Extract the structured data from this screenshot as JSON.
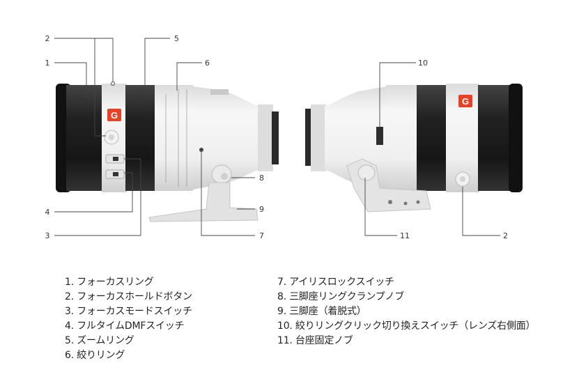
{
  "callouts": {
    "c1": "1",
    "c2": "2",
    "c3": "3",
    "c4": "4",
    "c5": "5",
    "c6": "6",
    "c7": "7",
    "c8": "8",
    "c9": "9",
    "c10": "10",
    "c11": "11",
    "c2b": "2"
  },
  "legend": {
    "left": [
      "1. フォーカスリング",
      "2. フォーカスホールドボタン",
      "3. フォーカスモードスイッチ",
      "4. フルタイムDMFスイッチ",
      "5. ズームリング",
      "6. 絞りリング"
    ],
    "right": [
      "7. アイリスロックスイッチ",
      "8. 三脚座リングクランプノブ",
      "9. 三脚座（着脱式）",
      "10. 絞りリングクリック切り換えスイッチ（レンズ右側面）",
      "11. 台座固定ノブ"
    ]
  },
  "lens_badge": {
    "letter": "G",
    "color": "#e8412a"
  },
  "colors": {
    "body_white": "#eeeeee",
    "ring_black": "#1c1c1c",
    "leader": "#444444"
  }
}
